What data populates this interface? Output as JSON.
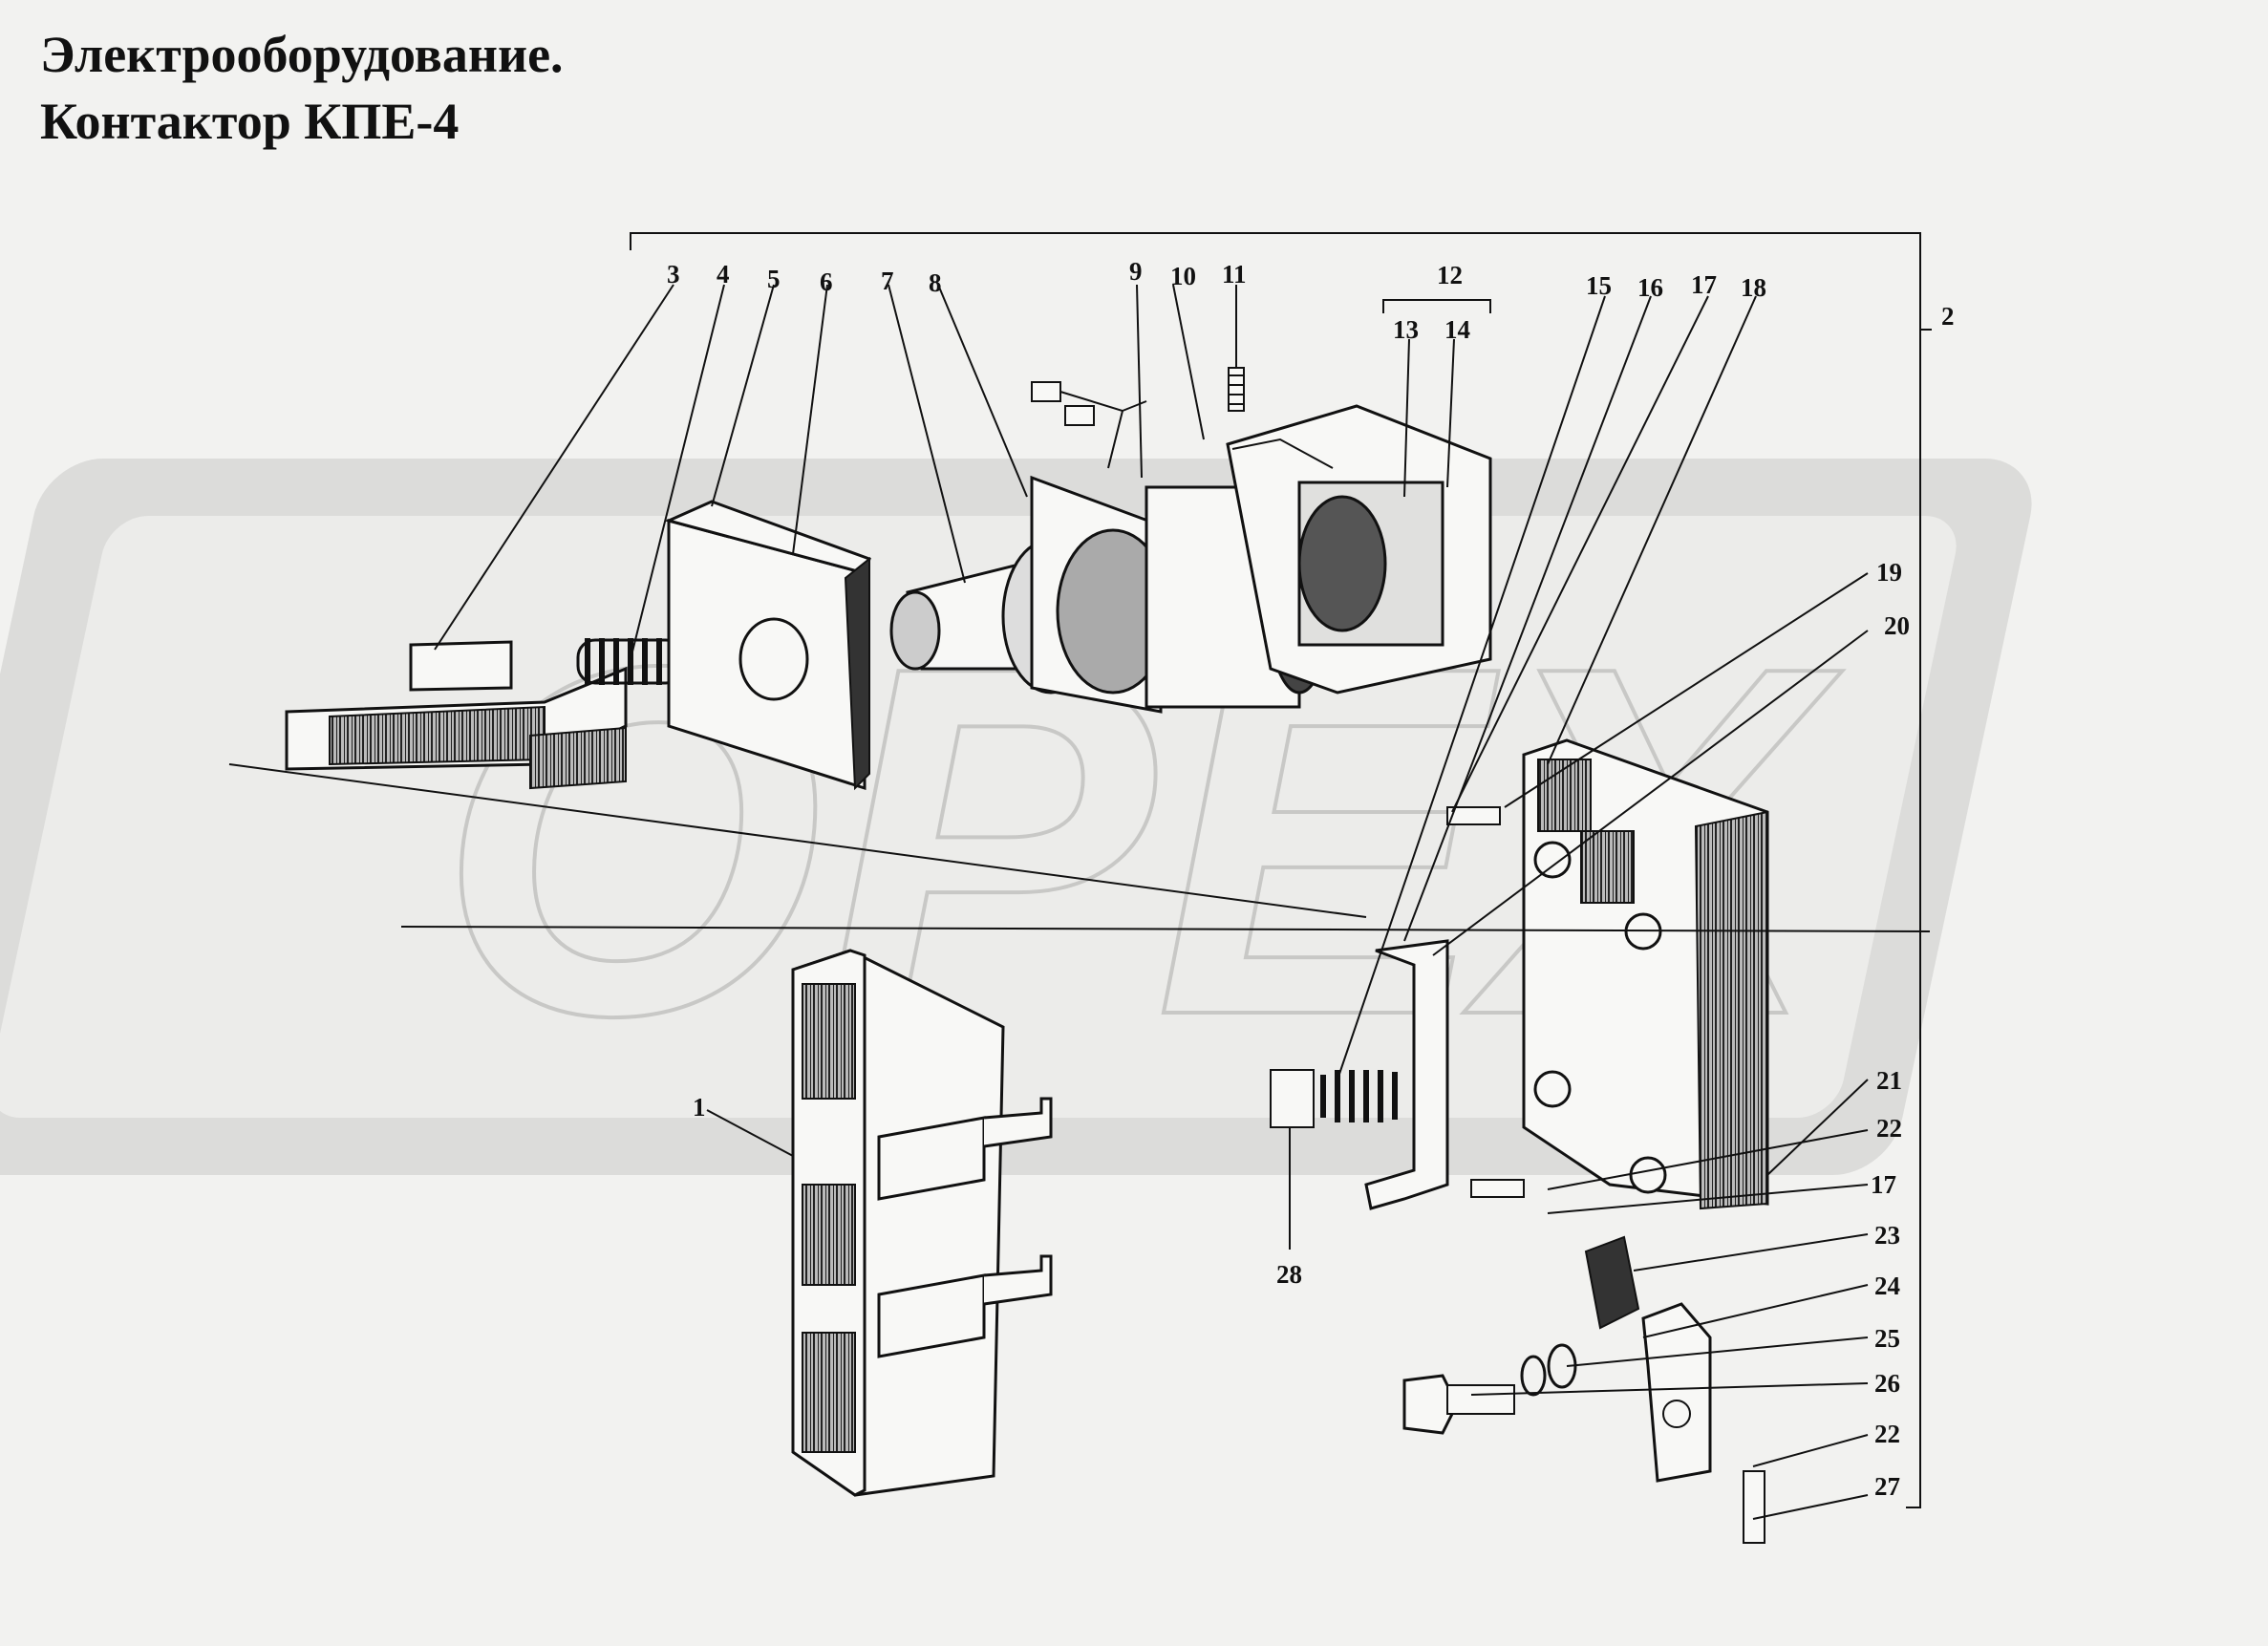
{
  "title": {
    "line1": "Электрооборудование.",
    "line2": "Контактор КПЕ-4"
  },
  "watermark": "OPEX",
  "callouts": [
    "1",
    "2",
    "3",
    "4",
    "5",
    "6",
    "7",
    "8",
    "9",
    "10",
    "11",
    "12",
    "13",
    "14",
    "15",
    "16",
    "17",
    "18",
    "19",
    "20",
    "21",
    "22",
    "17",
    "23",
    "24",
    "25",
    "26",
    "22",
    "27",
    "28"
  ]
}
